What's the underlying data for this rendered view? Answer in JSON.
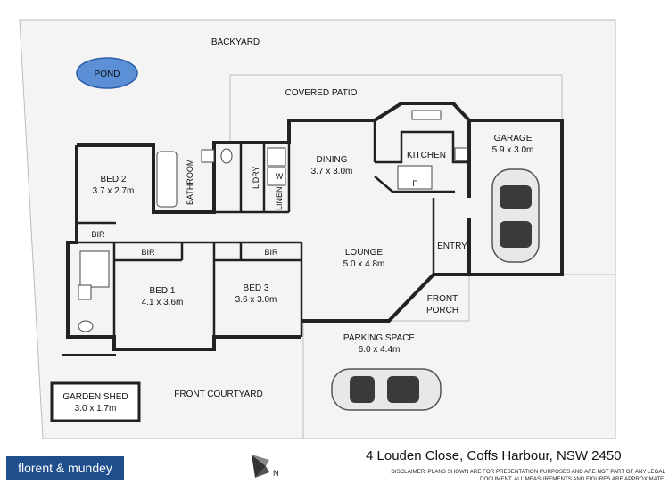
{
  "plan": {
    "rooms": {
      "backyard": "BACKYARD",
      "pond": "POND",
      "covered_patio": "COVERED PATIO",
      "dining_name": "DINING",
      "dining_size": "3.7 x 3.0m",
      "kitchen": "KITCHEN",
      "fridge": "F",
      "garage_name": "GARAGE",
      "garage_size": "5.9 x 3.0m",
      "bed2_name": "BED 2",
      "bed2_size": "3.7 x 2.7m",
      "bathroom": "BATHROOM",
      "laundry": "L'DRY",
      "washer": "W",
      "linen": "LINEN",
      "bir": "BIR",
      "bed1_name": "BED 1",
      "bed1_size": "4.1 x 3.6m",
      "bed3_name": "BED 3",
      "bed3_size": "3.6 x 3.0m",
      "lounge_name": "LOUNGE",
      "lounge_size": "5.0 x 4.8m",
      "entry": "ENTRY",
      "front_porch_1": "FRONT",
      "front_porch_2": "PORCH",
      "parking_name": "PARKING SPACE",
      "parking_size": "6.0 x 4.4m",
      "garden_shed_name": "GARDEN SHED",
      "garden_shed_size": "3.0 x 1.7m",
      "front_courtyard": "FRONT COURTYARD"
    },
    "compass_label": "N",
    "colors": {
      "pond": "#5b8fd6",
      "wall": "#222222",
      "lot": "#f4f4f4",
      "brand": "#1f4e8c"
    }
  },
  "footer": {
    "address": "4 Louden Close, Coffs Harbour, NSW 2450",
    "disclaimer": "DISCLAIMER: PLANS SHOWN ARE FOR PRESENTATION PURPOSES AND ARE NOT PART OF ANY LEGAL DOCUMENT. ALL MEASUREMENTS AND FIGURES ARE APPROXIMATE.",
    "brand": "florent & mundey"
  }
}
